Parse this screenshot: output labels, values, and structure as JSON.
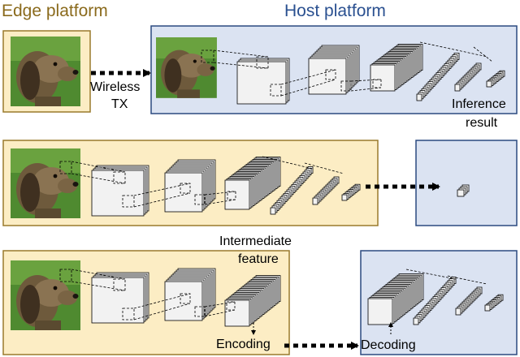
{
  "labels": {
    "edge_platform": "Edge platform",
    "host_platform": "Host platform",
    "wireless": "Wireless",
    "tx": "TX",
    "inference": "Inference",
    "result": "result",
    "intermediate": "Intermediate",
    "feature": "feature",
    "encoding": "Encoding",
    "decoding": "Decoding"
  },
  "colors": {
    "edge_fill": "#fcedc4",
    "edge_border": "#9a7a2c",
    "host_fill": "#dbe3f2",
    "host_border": "#2b4a80",
    "edge_title": "#8a6a1c",
    "host_title": "#2a5090"
  },
  "icons": {
    "input_image": "dog-photo-icon",
    "arrow": "dotted-arrow-icon"
  }
}
